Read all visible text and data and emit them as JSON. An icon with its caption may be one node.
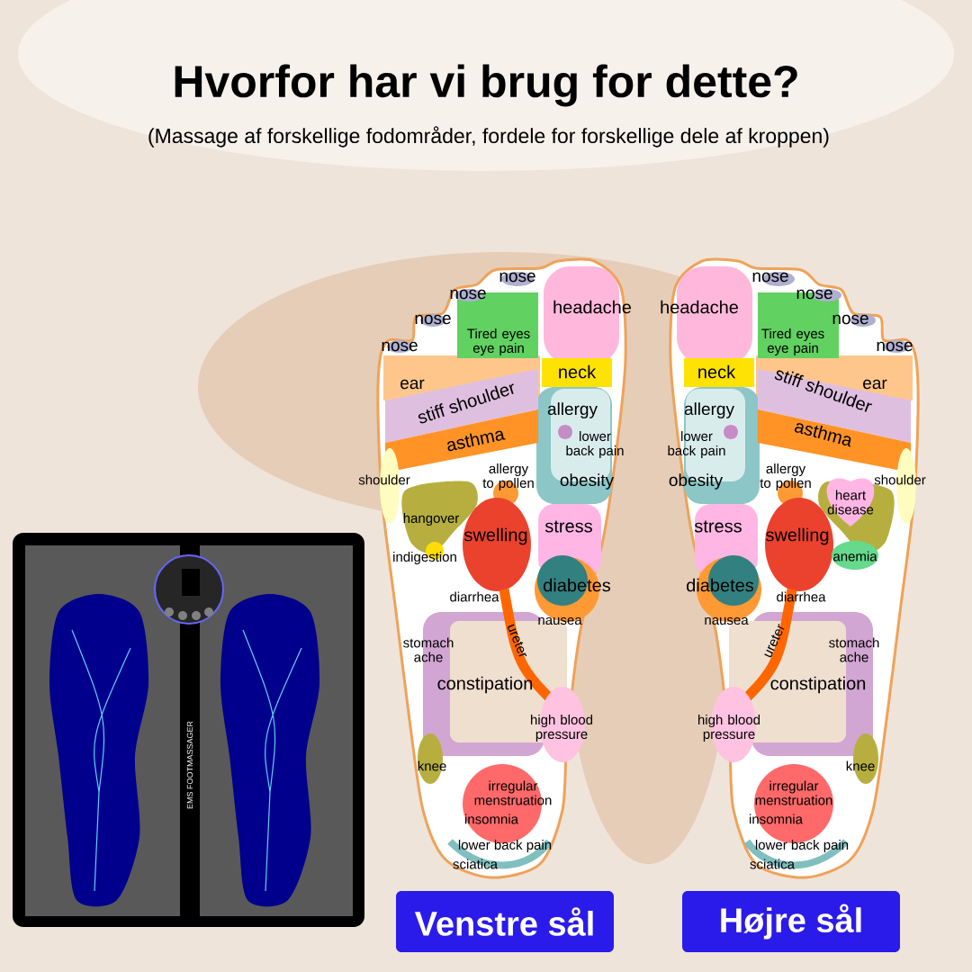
{
  "diagram": {
    "title": "Hvorfor har vi brug for dette?",
    "caption": "(Massage af forskellige fodområder, fordele for forskellige dele af kroppen)",
    "nodes": [
      {
        "text": [
          "Venstre sål"
        ]
      },
      {
        "text": [
          "Højre sål"
        ]
      }
    ],
    "labels": [
      "nose",
      "nose",
      "nose",
      "nose",
      "headache",
      "Tired eyes eye pain",
      "ear",
      "stiff shoulder",
      "neck",
      "allergy",
      "asthma",
      "lower back pain",
      "shoulder",
      "allergy to pollen",
      "obesity",
      "hangover",
      "swelling",
      "stress",
      "indigestion",
      "diabetes",
      "diarrhea",
      "nausea",
      "stomach ache",
      "ureter",
      "constipation",
      "high blood pressure",
      "knee",
      "irregular menstruation",
      "insomnia",
      "lower back pain",
      "sciatica",
      "nose",
      "headache",
      "nose",
      "nose",
      "Tired eyes eye pain",
      "nose",
      "neck",
      "stiff shoulder",
      "ear",
      "allergy",
      "asthma",
      "lower back pain",
      "allergy to pollen",
      "shoulder",
      "obesity",
      "heart disease",
      "stress",
      "swelling",
      "anemia",
      "diabetes",
      "diarrhea",
      "nausea",
      "stomach ache",
      "ureter",
      "constipation",
      "high blood pressure",
      "knee",
      "irregular menstruation",
      "insomnia",
      "lower back pain",
      "sciatica",
      "EMS FOOTMASSAGER"
    ]
  }
}
